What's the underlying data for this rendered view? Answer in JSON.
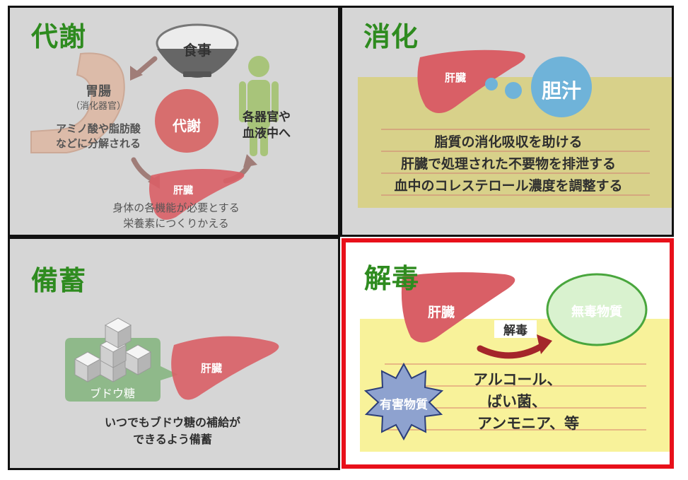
{
  "panels": {
    "metabolism": {
      "title": "代謝",
      "meal": "食事",
      "stomach_title": "胃腸",
      "stomach_sub": "（消化器官）",
      "stomach_desc1": "アミノ酸や脂肪酸",
      "stomach_desc2": "などに分解される",
      "center": "代謝",
      "organs1": "各器官や",
      "organs2": "血液中へ",
      "liver": "肝臓",
      "liver_desc1": "身体の各機能が必要とする",
      "liver_desc2": "栄養素につくりかえる"
    },
    "digestion": {
      "title": "消化",
      "liver": "肝臓",
      "bile": "胆汁",
      "lines": [
        "脂質の消化吸収を助ける",
        "肝臓で処理された不要物を排泄する",
        "血中のコレステロール濃度を調整する"
      ]
    },
    "storage": {
      "title": "備蓄",
      "glucose": "ブドウ糖",
      "liver": "肝臓",
      "desc1": "いつでもブドウ糖の補給が",
      "desc2": "できるよう備蓄"
    },
    "detox": {
      "title": "解毒",
      "liver": "肝臓",
      "arrow_label": "解毒",
      "harmless": "無毒物質",
      "harmful": "有害物質",
      "items": [
        "アルコール、",
        "ばい菌、",
        "アンモニア、等"
      ]
    }
  },
  "colors": {
    "title_green": "#2e8b1f",
    "liver": "#d95f66",
    "highlight_border": "#e8101a",
    "panel_gray": "#d6d6d6",
    "note_yellow": "#f8f29a",
    "bile_blue": "#6fb3d9",
    "glucose_green": "#8fb98a"
  }
}
